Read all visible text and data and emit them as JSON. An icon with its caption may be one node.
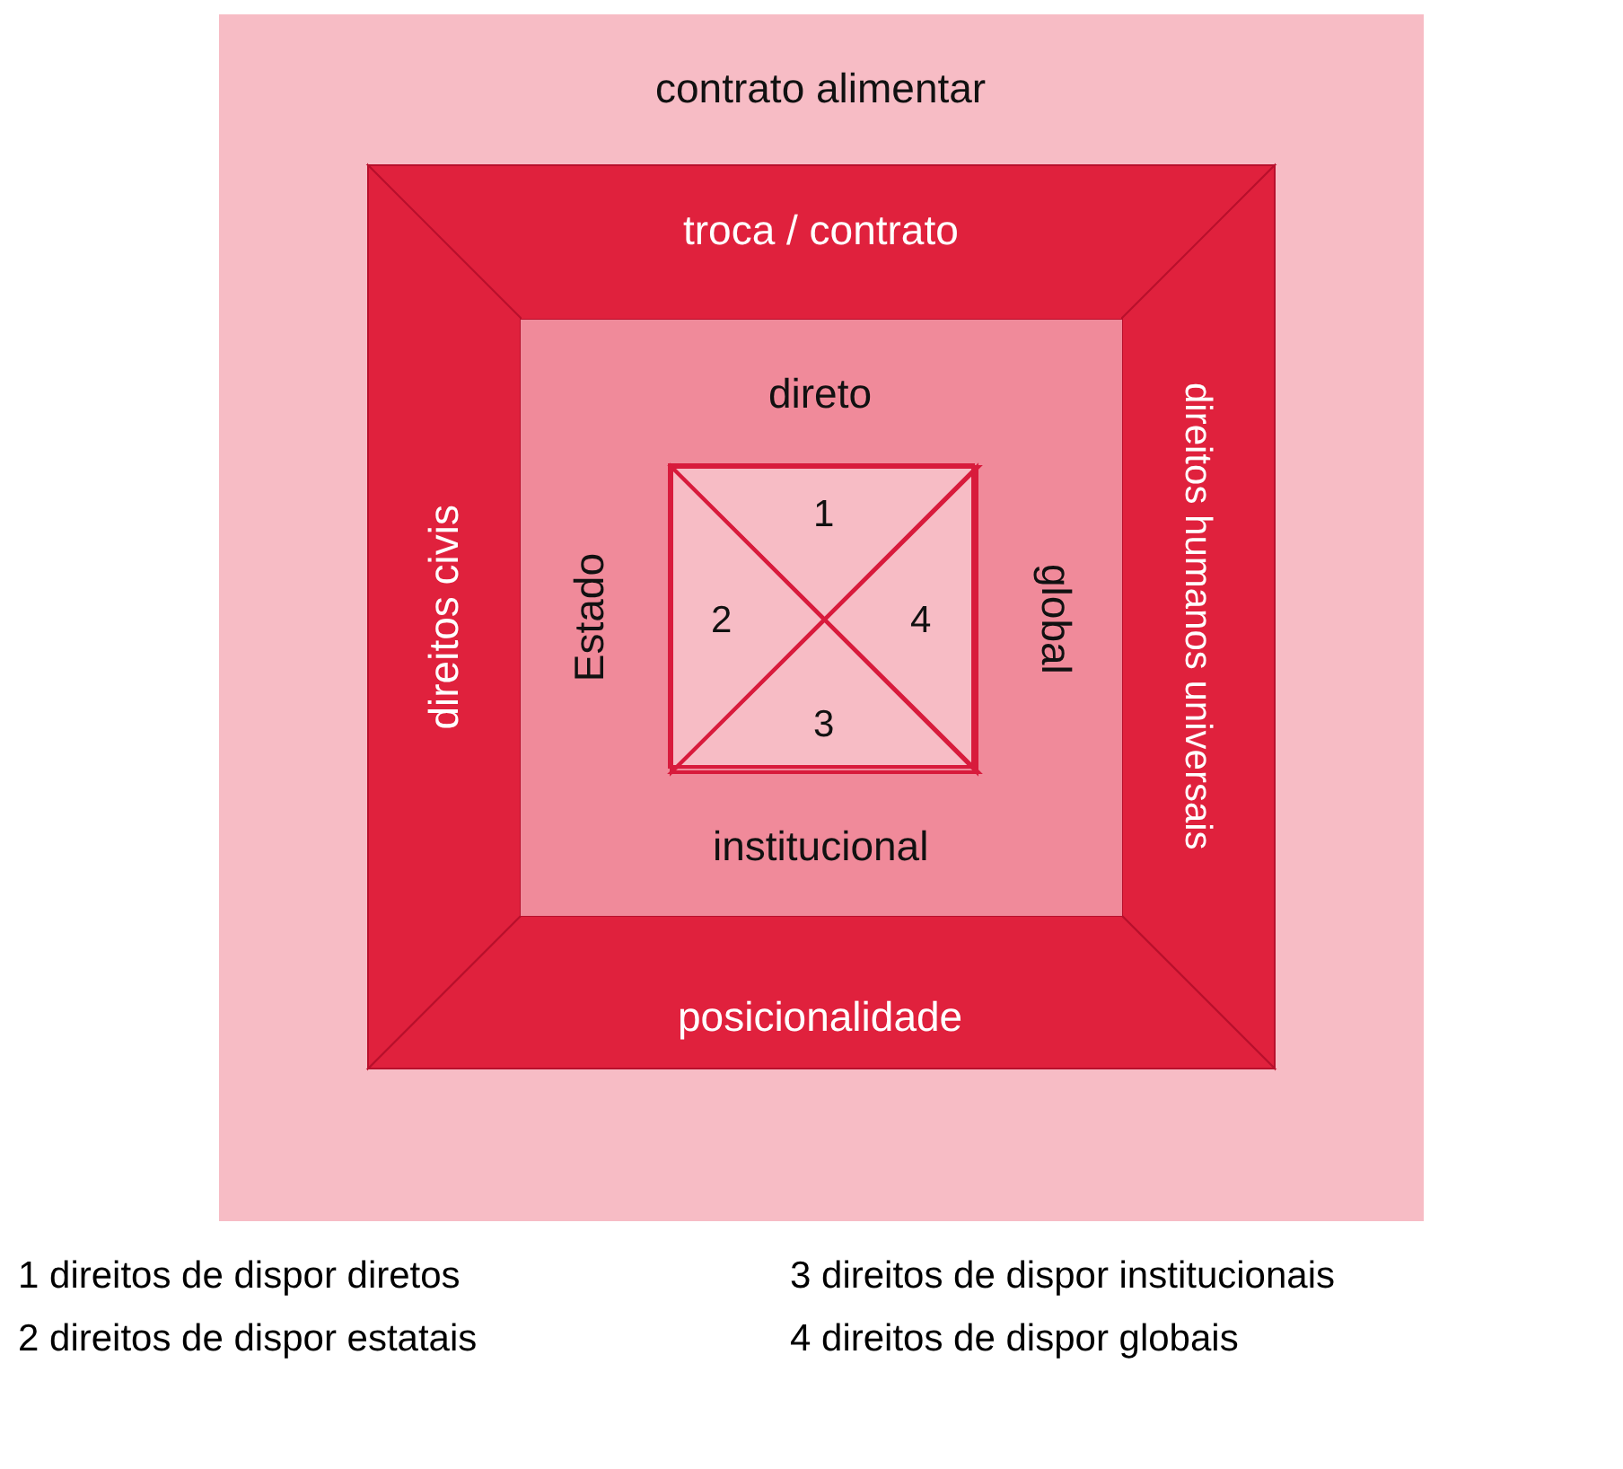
{
  "diagram": {
    "nodes": [
      {
        "text": [
          "contrato alimentar"
        ]
      },
      {
        "text": [
          "troca / contrato"
        ],
        "in": 0
      },
      {
        "text": [
          "direitos humanos universais"
        ],
        "in": 0
      },
      {
        "text": [
          "posicionalidade"
        ],
        "in": 0
      },
      {
        "text": [
          "direitos civis"
        ],
        "in": 0
      },
      {
        "text": [
          "direto",
          "Estado",
          "global",
          "institucional"
        ],
        "in": 0
      },
      {
        "text": [],
        "shape": "box",
        "in": 5
      },
      {
        "text": [
          "1"
        ],
        "in": 6
      },
      {
        "text": [
          "2"
        ],
        "in": 6
      },
      {
        "text": [
          "4"
        ],
        "in": 6
      },
      {
        "text": [
          "3"
        ],
        "in": 6
      }
    ],
    "edges": [],
    "labels": [
      "1 direitos de dispor diretos",
      "3 direitos de dispor institucionais",
      "2 direitos de dispor estatais",
      "4 direitos de dispor globais"
    ]
  }
}
